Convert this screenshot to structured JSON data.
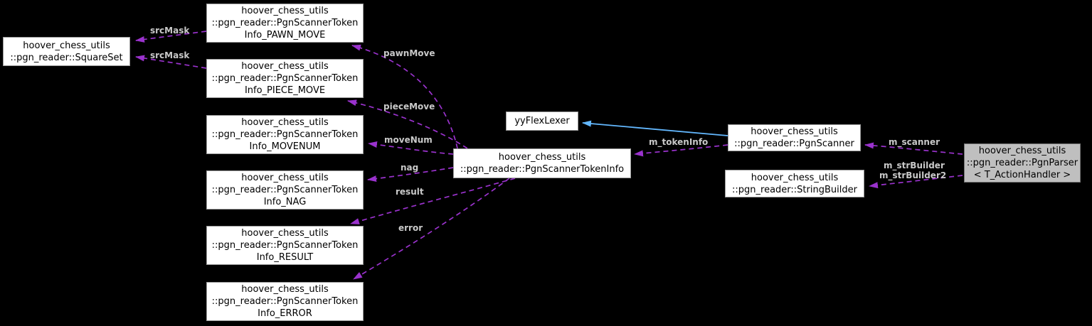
{
  "diagram": {
    "colors": {
      "background": "#000000",
      "usage_edge": "#9a32cd",
      "inheritance_edge": "#63b8ff",
      "edge_label_text": "#c9c9c9",
      "node_fill": "#ffffff",
      "node_border": "#9a9a9a",
      "node_text": "#000000",
      "highlight_fill": "#bfbfbf"
    },
    "nodes": {
      "square_set": {
        "lines": [
          "hoover_chess_utils",
          "::pgn_reader::SquareSet"
        ]
      },
      "pawn_move": {
        "lines": [
          "hoover_chess_utils",
          "::pgn_reader::PgnScannerToken",
          "Info_PAWN_MOVE"
        ]
      },
      "piece_move": {
        "lines": [
          "hoover_chess_utils",
          "::pgn_reader::PgnScannerToken",
          "Info_PIECE_MOVE"
        ]
      },
      "move_num": {
        "lines": [
          "hoover_chess_utils",
          "::pgn_reader::PgnScannerToken",
          "Info_MOVENUM"
        ]
      },
      "nag": {
        "lines": [
          "hoover_chess_utils",
          "::pgn_reader::PgnScannerToken",
          "Info_NAG"
        ]
      },
      "result": {
        "lines": [
          "hoover_chess_utils",
          "::pgn_reader::PgnScannerToken",
          "Info_RESULT"
        ]
      },
      "error": {
        "lines": [
          "hoover_chess_utils",
          "::pgn_reader::PgnScannerToken",
          "Info_ERROR"
        ]
      },
      "yyflexlexer": {
        "lines": [
          "yyFlexLexer"
        ]
      },
      "token_info": {
        "lines": [
          "hoover_chess_utils",
          "::pgn_reader::PgnScannerTokenInfo"
        ]
      },
      "pgn_scanner": {
        "lines": [
          "hoover_chess_utils",
          "::pgn_reader::PgnScanner"
        ]
      },
      "string_builder": {
        "lines": [
          "hoover_chess_utils",
          "::pgn_reader::StringBuilder"
        ]
      },
      "pgn_parser": {
        "lines": [
          "hoover_chess_utils",
          "::pgn_reader::PgnParser",
          "< T_ActionHandler >"
        ]
      }
    },
    "edge_labels": {
      "src_mask_pawn": "srcMask",
      "src_mask_piece": "srcMask",
      "pawn_move": "pawnMove",
      "piece_move": "pieceMove",
      "move_num": "moveNum",
      "nag": "nag",
      "result": "result",
      "error": "error",
      "m_token_info": "m_tokenInfo",
      "m_scanner": "m_scanner",
      "m_str_builder": "m_strBuilder",
      "m_str_builder2": "m_strBuilder2"
    }
  }
}
